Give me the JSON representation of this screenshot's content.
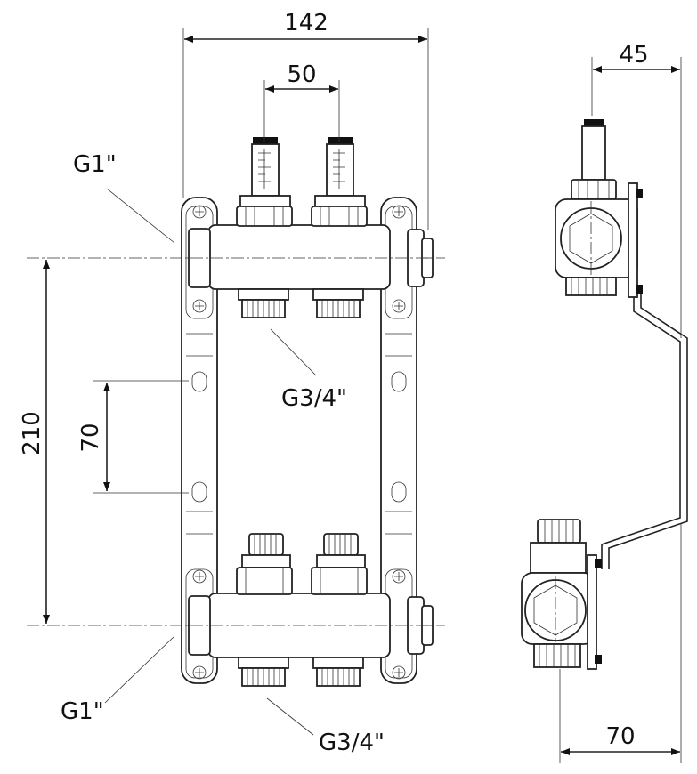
{
  "diagram": {
    "dimensions": {
      "width_total": "142",
      "outlet_spacing": "50",
      "header_spacing": "210",
      "mount_hole_spacing": "70",
      "depth_top": "45",
      "depth_bottom": "70"
    },
    "labels": {
      "inlet_top": "G1\"",
      "inlet_bottom": "G1\"",
      "outlet_top": "G3/4\"",
      "outlet_bottom": "G3/4\""
    },
    "colors": {
      "line": "#222222",
      "background": "#ffffff"
    }
  }
}
